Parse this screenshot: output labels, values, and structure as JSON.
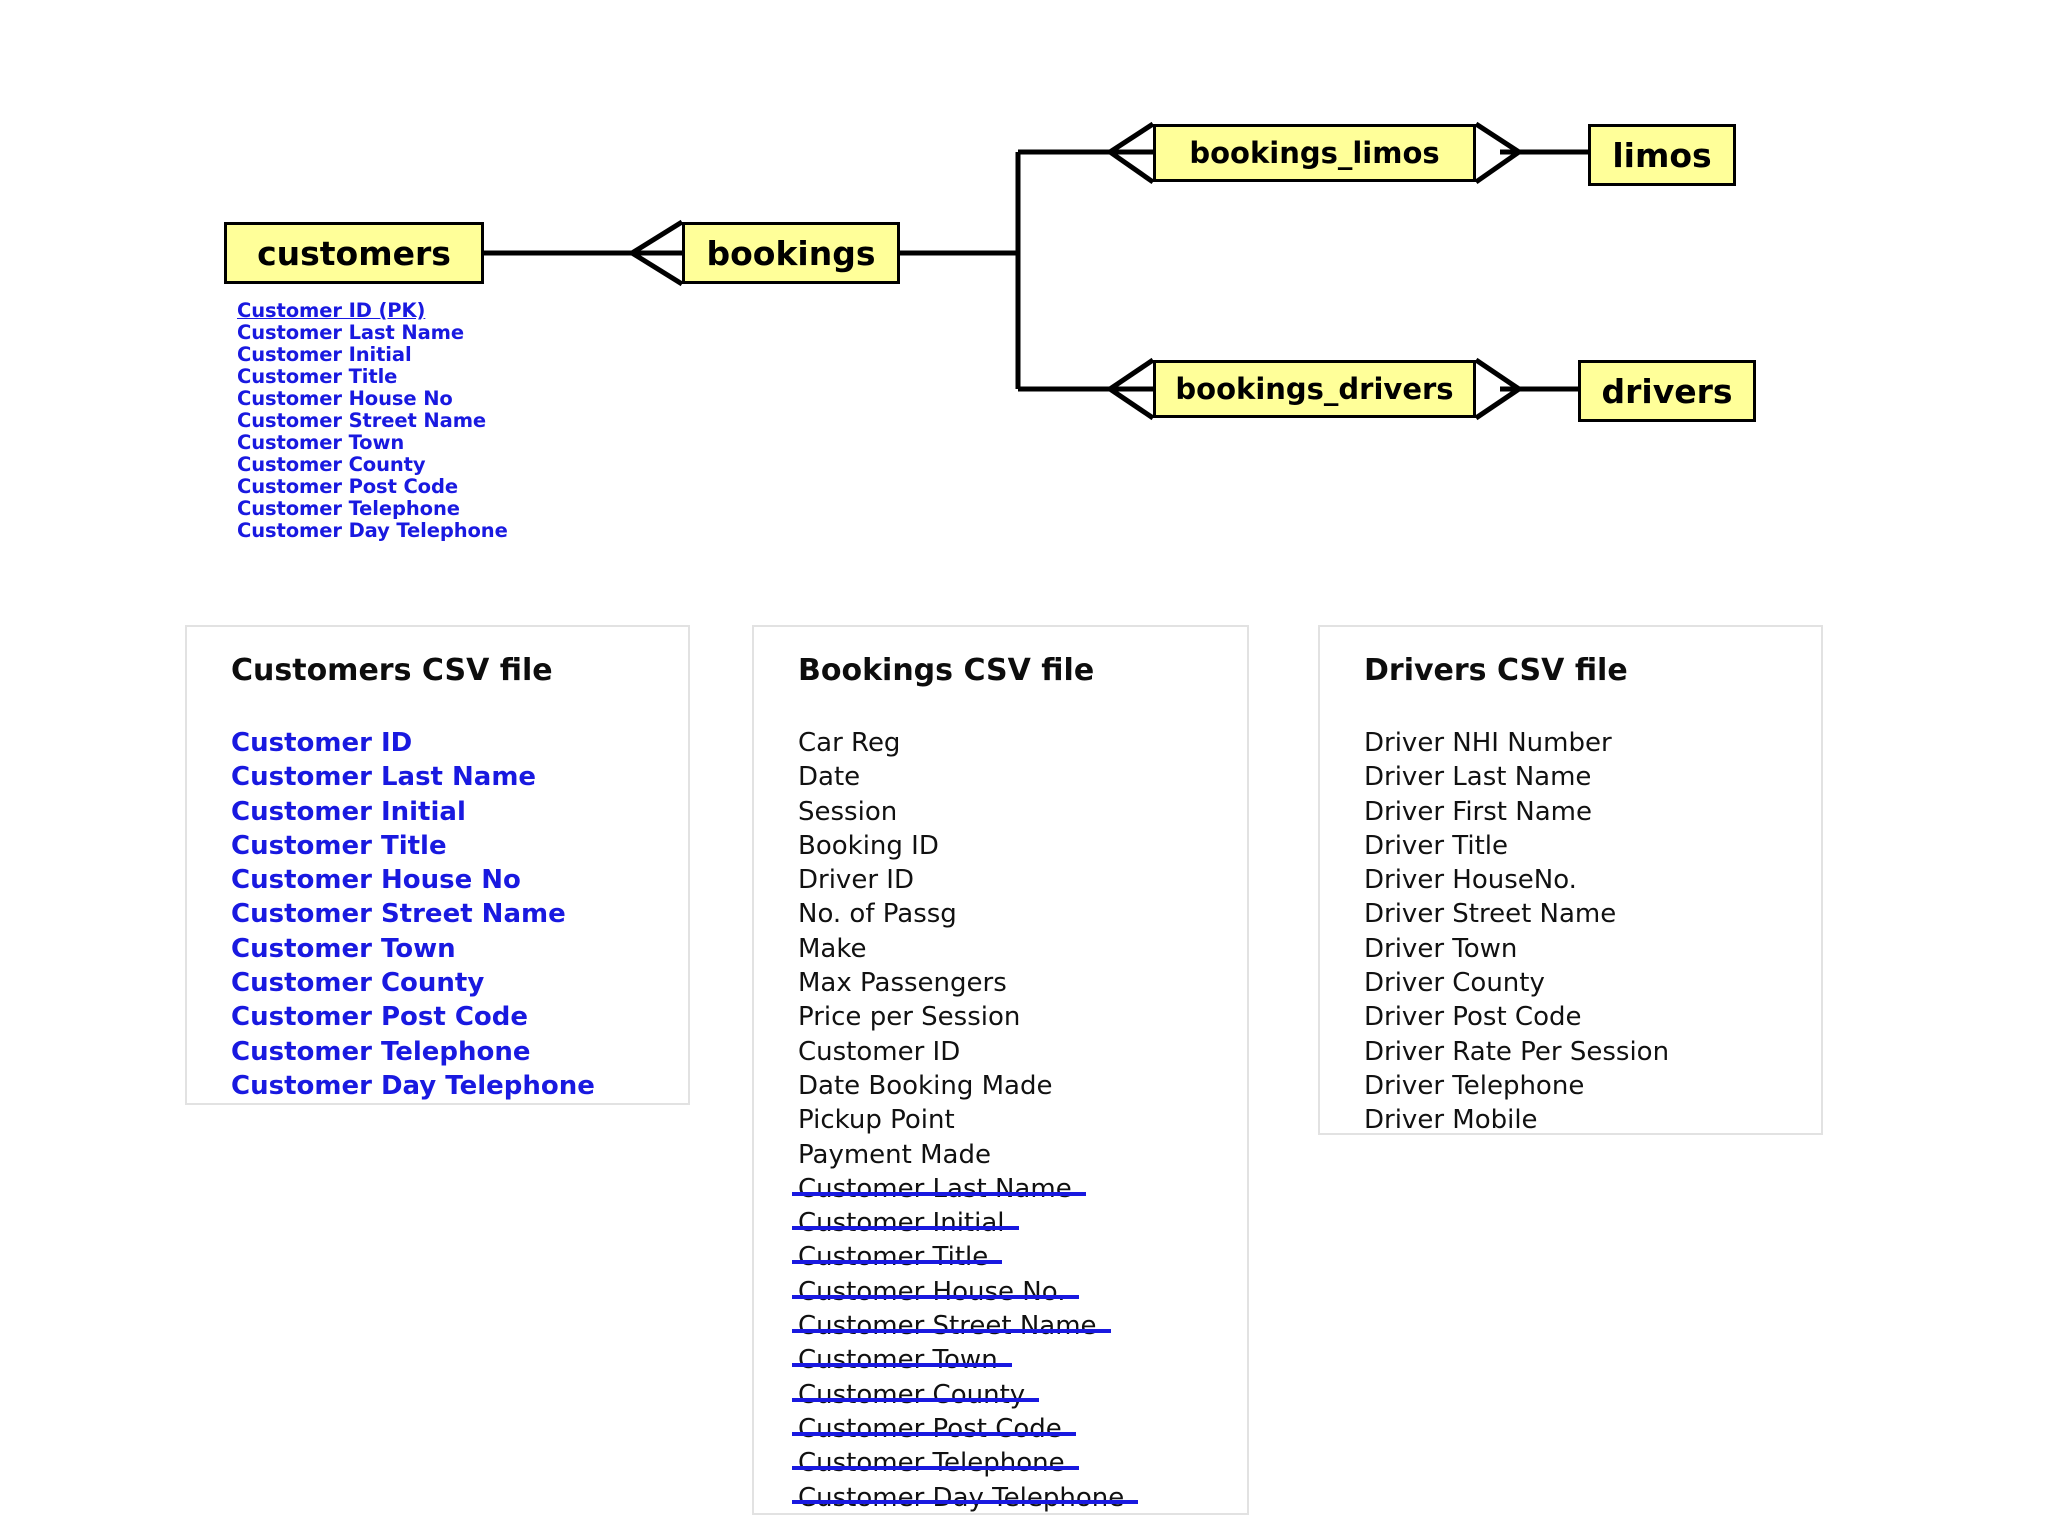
{
  "er_diagram": {
    "entities": [
      {
        "id": "customers",
        "label": "customers"
      },
      {
        "id": "bookings",
        "label": "bookings"
      },
      {
        "id": "bookings_limos",
        "label": "bookings_limos"
      },
      {
        "id": "limos",
        "label": "limos"
      },
      {
        "id": "bookings_drivers",
        "label": "bookings_drivers"
      },
      {
        "id": "drivers",
        "label": "drivers"
      }
    ],
    "relationships": [
      {
        "from": "customers",
        "to": "bookings",
        "crow_foot_at": "bookings"
      },
      {
        "from": "bookings",
        "to": "bookings_limos",
        "crow_foot_at": "bookings_limos"
      },
      {
        "from": "bookings_limos",
        "to": "limos",
        "crow_foot_at": "bookings_limos"
      },
      {
        "from": "bookings",
        "to": "bookings_drivers",
        "crow_foot_at": "bookings_drivers"
      },
      {
        "from": "bookings_drivers",
        "to": "drivers",
        "crow_foot_at": "bookings_drivers"
      }
    ],
    "customers_attributes": [
      {
        "label": "Customer ID (PK)",
        "primary_key": true
      },
      {
        "label": "Customer Last Name",
        "primary_key": false
      },
      {
        "label": "Customer Initial",
        "primary_key": false
      },
      {
        "label": "Customer Title",
        "primary_key": false
      },
      {
        "label": "Customer House No",
        "primary_key": false
      },
      {
        "label": "Customer Street Name",
        "primary_key": false
      },
      {
        "label": "Customer Town",
        "primary_key": false
      },
      {
        "label": "Customer County",
        "primary_key": false
      },
      {
        "label": "Customer Post Code",
        "primary_key": false
      },
      {
        "label": "Customer Telephone",
        "primary_key": false
      },
      {
        "label": "Customer Day Telephone",
        "primary_key": false
      }
    ],
    "colors": {
      "entity_fill": "#ffff99",
      "entity_border": "#000000",
      "attribute_text": "#1919e0",
      "connector": "#000000"
    }
  },
  "csv_panels": [
    {
      "id": "customers",
      "title": "Customers CSV file",
      "fields": [
        {
          "label": "Customer ID",
          "highlighted": true,
          "struck": false
        },
        {
          "label": "Customer Last Name",
          "highlighted": true,
          "struck": false
        },
        {
          "label": "Customer Initial",
          "highlighted": true,
          "struck": false
        },
        {
          "label": "Customer Title",
          "highlighted": true,
          "struck": false
        },
        {
          "label": "Customer House No",
          "highlighted": true,
          "struck": false
        },
        {
          "label": "Customer Street Name",
          "highlighted": true,
          "struck": false
        },
        {
          "label": "Customer Town",
          "highlighted": true,
          "struck": false
        },
        {
          "label": "Customer County",
          "highlighted": true,
          "struck": false
        },
        {
          "label": "Customer Post Code",
          "highlighted": true,
          "struck": false
        },
        {
          "label": "Customer Telephone",
          "highlighted": true,
          "struck": false
        },
        {
          "label": "Customer Day Telephone",
          "highlighted": true,
          "struck": false
        }
      ]
    },
    {
      "id": "bookings",
      "title": "Bookings CSV file",
      "fields": [
        {
          "label": "Car Reg",
          "highlighted": false,
          "struck": false
        },
        {
          "label": "Date",
          "highlighted": false,
          "struck": false
        },
        {
          "label": "Session",
          "highlighted": false,
          "struck": false
        },
        {
          "label": "Booking ID",
          "highlighted": false,
          "struck": false
        },
        {
          "label": "Driver ID",
          "highlighted": false,
          "struck": false
        },
        {
          "label": "No. of Passg",
          "highlighted": false,
          "struck": false
        },
        {
          "label": "Make",
          "highlighted": false,
          "struck": false
        },
        {
          "label": "Max Passengers",
          "highlighted": false,
          "struck": false
        },
        {
          "label": "Price per Session",
          "highlighted": false,
          "struck": false
        },
        {
          "label": "Customer ID",
          "highlighted": false,
          "struck": false
        },
        {
          "label": "Date Booking Made",
          "highlighted": false,
          "struck": false
        },
        {
          "label": "Pickup Point",
          "highlighted": false,
          "struck": false
        },
        {
          "label": "Payment Made",
          "highlighted": false,
          "struck": false
        },
        {
          "label": "Customer Last Name",
          "highlighted": false,
          "struck": true
        },
        {
          "label": "Customer Initial",
          "highlighted": false,
          "struck": true
        },
        {
          "label": "Customer Title",
          "highlighted": false,
          "struck": true
        },
        {
          "label": "Customer House No.",
          "highlighted": false,
          "struck": true
        },
        {
          "label": "Customer Street Name",
          "highlighted": false,
          "struck": true
        },
        {
          "label": "Customer Town",
          "highlighted": false,
          "struck": true
        },
        {
          "label": "Customer County",
          "highlighted": false,
          "struck": true
        },
        {
          "label": "Customer Post Code",
          "highlighted": false,
          "struck": true
        },
        {
          "label": "Customer Telephone",
          "highlighted": false,
          "struck": true
        },
        {
          "label": "Customer Day Telephone",
          "highlighted": false,
          "struck": true
        }
      ]
    },
    {
      "id": "drivers",
      "title": "Drivers CSV file",
      "fields": [
        {
          "label": "Driver NHI Number",
          "highlighted": false,
          "struck": false
        },
        {
          "label": "Driver Last Name",
          "highlighted": false,
          "struck": false
        },
        {
          "label": "Driver First Name",
          "highlighted": false,
          "struck": false
        },
        {
          "label": "Driver Title",
          "highlighted": false,
          "struck": false
        },
        {
          "label": "Driver HouseNo.",
          "highlighted": false,
          "struck": false
        },
        {
          "label": "Driver Street Name",
          "highlighted": false,
          "struck": false
        },
        {
          "label": "Driver Town",
          "highlighted": false,
          "struck": false
        },
        {
          "label": "Driver County",
          "highlighted": false,
          "struck": false
        },
        {
          "label": "Driver Post Code",
          "highlighted": false,
          "struck": false
        },
        {
          "label": "Driver Rate Per Session",
          "highlighted": false,
          "struck": false
        },
        {
          "label": "Driver Telephone",
          "highlighted": false,
          "struck": false
        },
        {
          "label": "Driver Mobile",
          "highlighted": false,
          "struck": false
        }
      ]
    }
  ]
}
